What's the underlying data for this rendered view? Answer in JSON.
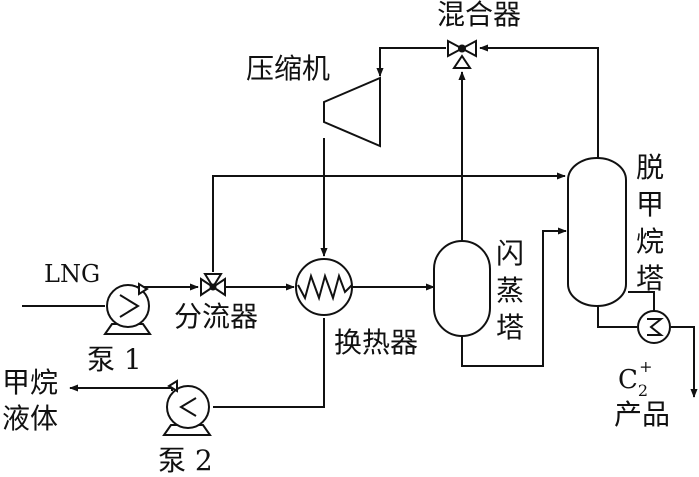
{
  "labels": {
    "mixer": "混合器",
    "compressor": "压缩机",
    "lng": "LNG",
    "splitter": "分流器",
    "heat_exchanger": "换热器",
    "flash_tower": [
      "闪",
      "蒸",
      "塔"
    ],
    "demethanizer": [
      "脱",
      "甲",
      "烷",
      "塔"
    ],
    "pump1": "泵 1",
    "pump2": "泵 2",
    "methane_liquid": [
      "甲烷",
      "液体"
    ],
    "c2_base": "C",
    "c2_sub": "2",
    "c2_sup": "+",
    "product": "产品"
  }
}
